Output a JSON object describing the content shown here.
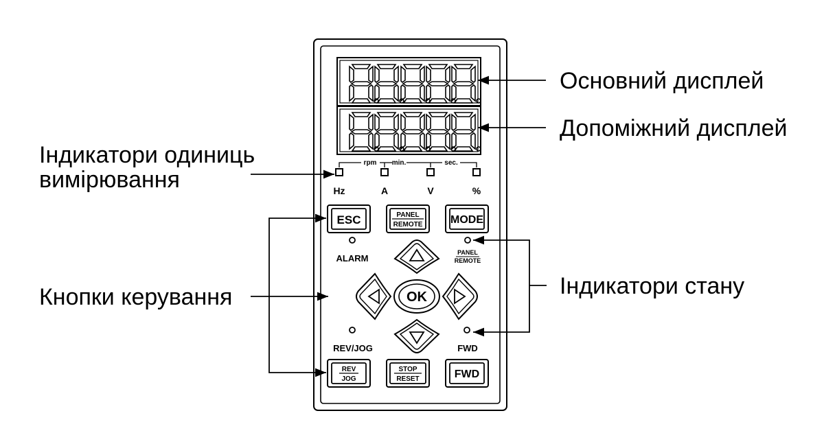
{
  "callouts": {
    "main_display": "Основний дисплей",
    "aux_display": "Допоміжний дисплей",
    "unit_indicators_line1": "Індикатори одиниць",
    "unit_indicators_line2": "вимірювання",
    "control_buttons": "Кнопки керування",
    "status_indicators": "Індикатори стану"
  },
  "units": {
    "top": [
      "rpm",
      "min.",
      "sec."
    ],
    "bottom": [
      "Hz",
      "A",
      "V",
      "%"
    ]
  },
  "buttons": {
    "esc": "ESC",
    "panel_top": "PANEL",
    "panel_bottom": "REMOTE",
    "mode": "MODE",
    "ok": "OK",
    "rev_top": "REV",
    "rev_bottom": "JOG",
    "stop_top": "STOP",
    "stop_bottom": "RESET",
    "fwd": "FWD"
  },
  "leds": {
    "alarm": "ALARM",
    "panel_top": "PANEL",
    "panel_bottom": "REMOTE",
    "revjog": "REV/JOG",
    "fwd": "FWD"
  }
}
